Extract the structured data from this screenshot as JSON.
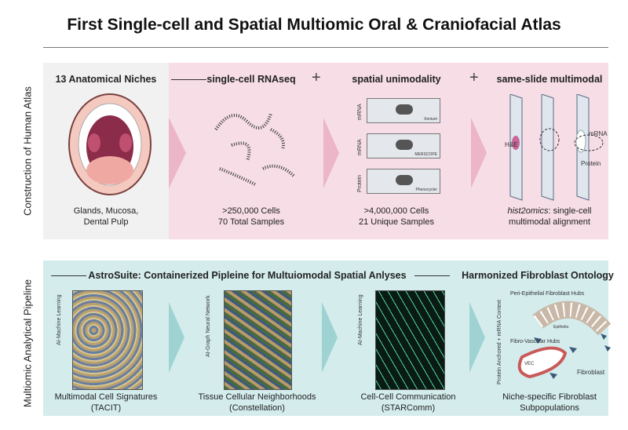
{
  "title": "First Single-cell and Spatial Multiomic Oral & Craniofacial Atlas",
  "row_labels": {
    "top": "Construction of Human Atlas",
    "bottom": "Multiomic Analytical Pipeline"
  },
  "top": {
    "panels": [
      {
        "heading": "13 Anatomical Niches",
        "caption": [
          "Glands, Mucosa,",
          "Dental Pulp"
        ]
      },
      {
        "heading": "single-cell RNAseq",
        "caption": [
          ">250,000 Cells",
          "70 Total Samples"
        ]
      },
      {
        "heading": "spatial unimodality",
        "caption": [
          ">4,000,000 Cells",
          "21 Unique Samples"
        ],
        "slides": [
          {
            "modality": "mRNA",
            "platform": "Xenium"
          },
          {
            "modality": "mRNA",
            "platform": "MERSCOPE"
          },
          {
            "modality": "Protein",
            "platform": "Phenocycler"
          }
        ]
      },
      {
        "heading": "same-slide multimodal",
        "caption_italic": "hist2omics",
        "caption": [
          ": single-cell",
          "multimodal alignment"
        ],
        "labels": {
          "he": "H&E",
          "mrna": "mRNA",
          "protein": "Protein"
        }
      }
    ],
    "plus": "+"
  },
  "bottom": {
    "heading": "AstroSuite: Containerized Pipleine for Multuiomodal Spatial Anlyses",
    "panels": [
      {
        "side": "AI-Machine Learning",
        "caption": [
          "Multimodal Cell Signatures",
          "(TACIT)"
        ]
      },
      {
        "side": "AI-Graph Neural Network",
        "caption": [
          "Tissue Cellular Neighborhoods",
          "(Constellation)"
        ]
      },
      {
        "side": "AI-Machine Learning",
        "caption": [
          "Cell-Cell Communication",
          "(STARComm)"
        ]
      }
    ],
    "fibro": {
      "heading": "Harmonized Fibroblast Ontology",
      "side": "Protein Anchored + mRNA Context",
      "hub1": "Peri-Epithelial Fibroblast Hubs",
      "epi": "Epithelia",
      "hub2": "Fibro-Vascular Hubs",
      "vec": "VEC",
      "fib": "Fibroblast",
      "caption": [
        "Niche-specific Fibroblast",
        "Subpopulations"
      ]
    }
  }
}
